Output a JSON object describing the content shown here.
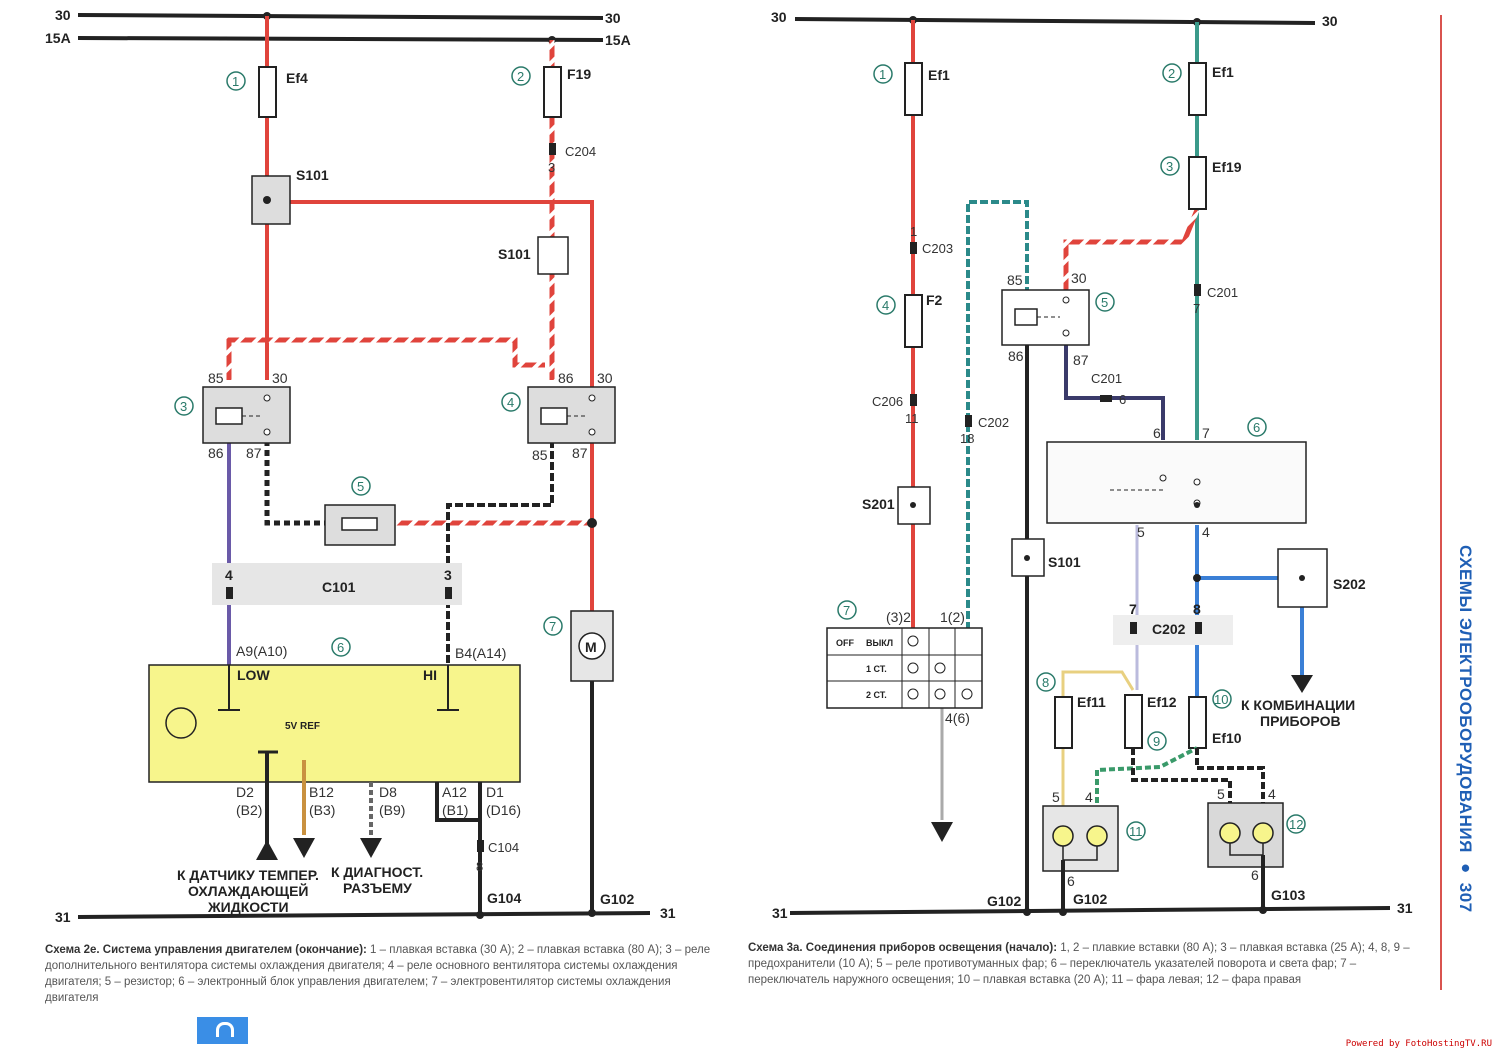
{
  "left_diagram": {
    "bus_labels": {
      "b30_left": "30",
      "b30_right": "30",
      "b15_left": "15A",
      "b15_right": "15A",
      "b31_left": "31",
      "b31_right": "31"
    },
    "components": {
      "n1": "1",
      "ef4": "Ef4",
      "n2": "2",
      "f19": "F19",
      "c204": "C204",
      "c204_pin": "3",
      "s101_a": "S101",
      "s101_b": "S101",
      "n3": "3",
      "r3_85": "85",
      "r3_30": "30",
      "r3_86": "86",
      "r3_87": "87",
      "n4": "4",
      "r4_86": "86",
      "r4_30": "30",
      "r4_85": "85",
      "r4_87": "87",
      "n5": "5",
      "c101": "C101",
      "c101_pin4": "4",
      "c101_pin3": "3",
      "n7": "7",
      "motor": "M",
      "n6": "6",
      "a9": "A9(A10)",
      "b4": "B4(A14)",
      "low": "LOW",
      "hi": "HI",
      "ref": "5V REF",
      "d2": "D2",
      "d2b": "(B2)",
      "b12": "B12",
      "b12b": "(B3)",
      "d8": "D8",
      "d8b": "(B9)",
      "a12": "A12",
      "a12b": "(B1)",
      "d1": "D1",
      "d1b": "(D16)",
      "c104": "C104",
      "c104_pin": "8",
      "g104": "G104",
      "g102": "G102",
      "to_temp_1": "К ДАТЧИКУ ТЕМПЕР.",
      "to_temp_2": "ОХЛАЖДАЮЩЕЙ",
      "to_temp_3": "ЖИДКОСТИ",
      "to_diag_1": "К ДИАГНОСТ.",
      "to_diag_2": "РАЗЪЕМУ"
    },
    "caption_title": "Схема 2е. Система управления двигателем (окончание):",
    "caption_body": " 1 – плавкая вставка (30 А); 2 – плавкая вставка (80 А); 3 – реле дополнительного вентилятора системы охлаждения двигателя; 4 – реле основного вентилятора системы охлаждения двигателя; 5 – резистор; 6 – электронный блок управления двигателем; 7 – электровентилятор системы охлаждения двигателя"
  },
  "right_diagram": {
    "bus_labels": {
      "b30_left": "30",
      "b30_right": "30",
      "b31_left": "31",
      "b31_right": "31"
    },
    "components": {
      "n1": "1",
      "ef1a": "Ef1",
      "n2": "2",
      "ef1b": "Ef1",
      "n3": "3",
      "ef19": "Ef19",
      "c203": "C203",
      "c203_pin": "1",
      "n4": "4",
      "f2": "F2",
      "c206": "C206",
      "c206_pin": "11",
      "c202a": "C202",
      "c202a_pin": "18",
      "s201": "S201",
      "s101": "S101",
      "n5": "5",
      "r5_85": "85",
      "r5_30": "30",
      "r5_86": "86",
      "r5_87": "87",
      "c201a": "C201",
      "c201a_pin": "7",
      "c201b": "C201",
      "c201b_pin": "6",
      "n6": "6",
      "p6": "6",
      "p7": "7",
      "p5": "5",
      "p4": "4",
      "n7": "7",
      "sw_p32": "(3)2",
      "sw_p12": "1(2)",
      "sw_p46": "4(6)",
      "sw_off": "OFF",
      "sw_vykl": "ВЫКЛ",
      "sw_1st": "1 СТ.",
      "sw_2st": "2 СТ.",
      "s202": "S202",
      "to_combo_1": "К КОМБИНАЦИИ",
      "to_combo_2": "ПРИБОРОВ",
      "c202b": "C202",
      "c202b_pin7": "7",
      "c202b_pin8": "8",
      "n8": "8",
      "ef11": "Ef11",
      "ef12": "Ef12",
      "n9": "9",
      "n10": "10",
      "ef10": "Ef10",
      "n11": "11",
      "n12": "12",
      "l11_5": "5",
      "l11_4": "4",
      "l11_6": "6",
      "l12_5": "5",
      "l12_4": "4",
      "l12_6": "6",
      "g102a": "G102",
      "g102b": "G102",
      "g103": "G103"
    },
    "caption_title": "Схема 3а. Соединения приборов освещения (начало):",
    "caption_body": " 1, 2 – плавкие вставки (80 А); 3 – плавкая вставка (25 А); 4, 8, 9 – предохранители (10 А); 5 – реле противотуманных фар; 6 – переключатель указателей поворота и света фар; 7 – переключатель наружного освещения; 10 – плавкая вставка (20 А); 11 – фара левая; 12 – фара правая"
  },
  "page": {
    "section_title": "СХЕМЫ ЭЛЕКТРООБОРУДОВАНИЯ ● 307",
    "watermark": "Powered by FotoHostingTV.RU"
  },
  "colors": {
    "red": "#e0443c",
    "black": "#222222",
    "blue": "#3a7fd6",
    "green": "#3a9a6a",
    "yellow_block": "#f7f58c",
    "grey_box": "#d9d9d9",
    "circle_num": "#2a7a6a"
  }
}
